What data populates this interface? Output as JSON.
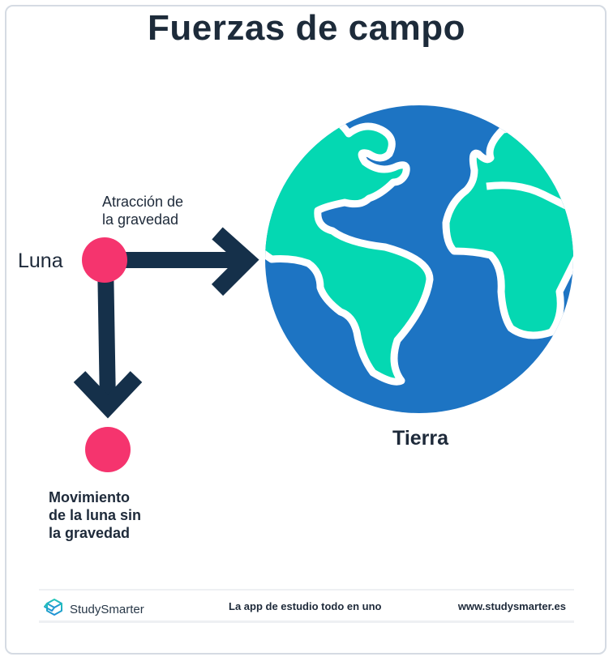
{
  "title": "Fuerzas de campo",
  "labels": {
    "luna": "Luna",
    "atraccion": "Atracción de\nla gravedad",
    "movimiento": "Movimiento\nde la luna sin\nla gravedad",
    "tierra": "Tierra"
  },
  "colors": {
    "moon": "#f5346e",
    "arrow": "#15304a",
    "ocean": "#1d74c3",
    "land": "#04d8b2",
    "outline": "#ffffff",
    "text": "#1e2a3a"
  },
  "footer": {
    "brand": "StudySmarter",
    "brand_icon": "studysmarter-box-icon",
    "tagline": "La app de estudio todo en uno",
    "url": "www.studysmarter.es"
  }
}
